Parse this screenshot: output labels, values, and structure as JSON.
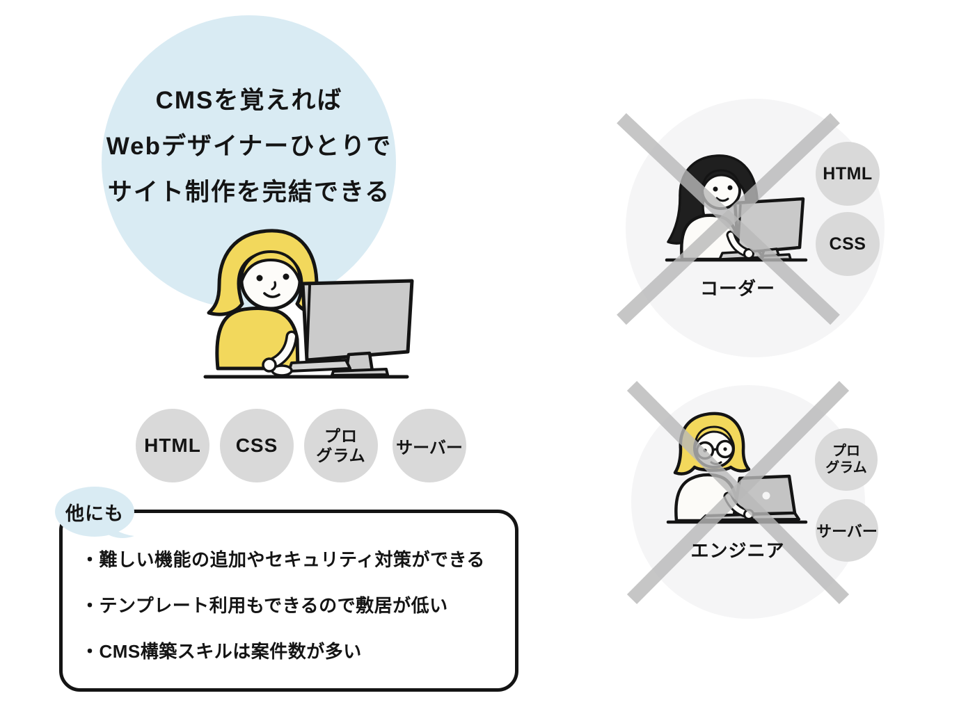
{
  "main_claim": {
    "lines": [
      "CMSを覚えれば",
      "Webデザイナーひとりで",
      "サイト制作を完結できる"
    ]
  },
  "designer": {
    "skills": [
      {
        "label": "HTML"
      },
      {
        "label": "CSS"
      },
      {
        "label": "プロ\nグラム"
      },
      {
        "label": "サーバー"
      }
    ]
  },
  "extras": {
    "bubble_label": "他にも",
    "items": [
      "・難しい機能の追加やセキュリティ対策ができる",
      "・テンプレート利用もできるので敷居が低い",
      "・CMS構築スキルは案件数が多い"
    ]
  },
  "roles": [
    {
      "name": "コーダー",
      "skills": [
        "HTML",
        "CSS"
      ]
    },
    {
      "name": "エンジニア",
      "skills": [
        "プロ\nグラム",
        "サーバー"
      ]
    }
  ],
  "colors": {
    "claim_circle": "#d9ebf3",
    "skill_circle": "#d9d9d9",
    "pale_circle": "#f5f5f6",
    "cross": "#b9b9b9",
    "hair_yellow": "#f2d85c",
    "outline": "#141414"
  }
}
